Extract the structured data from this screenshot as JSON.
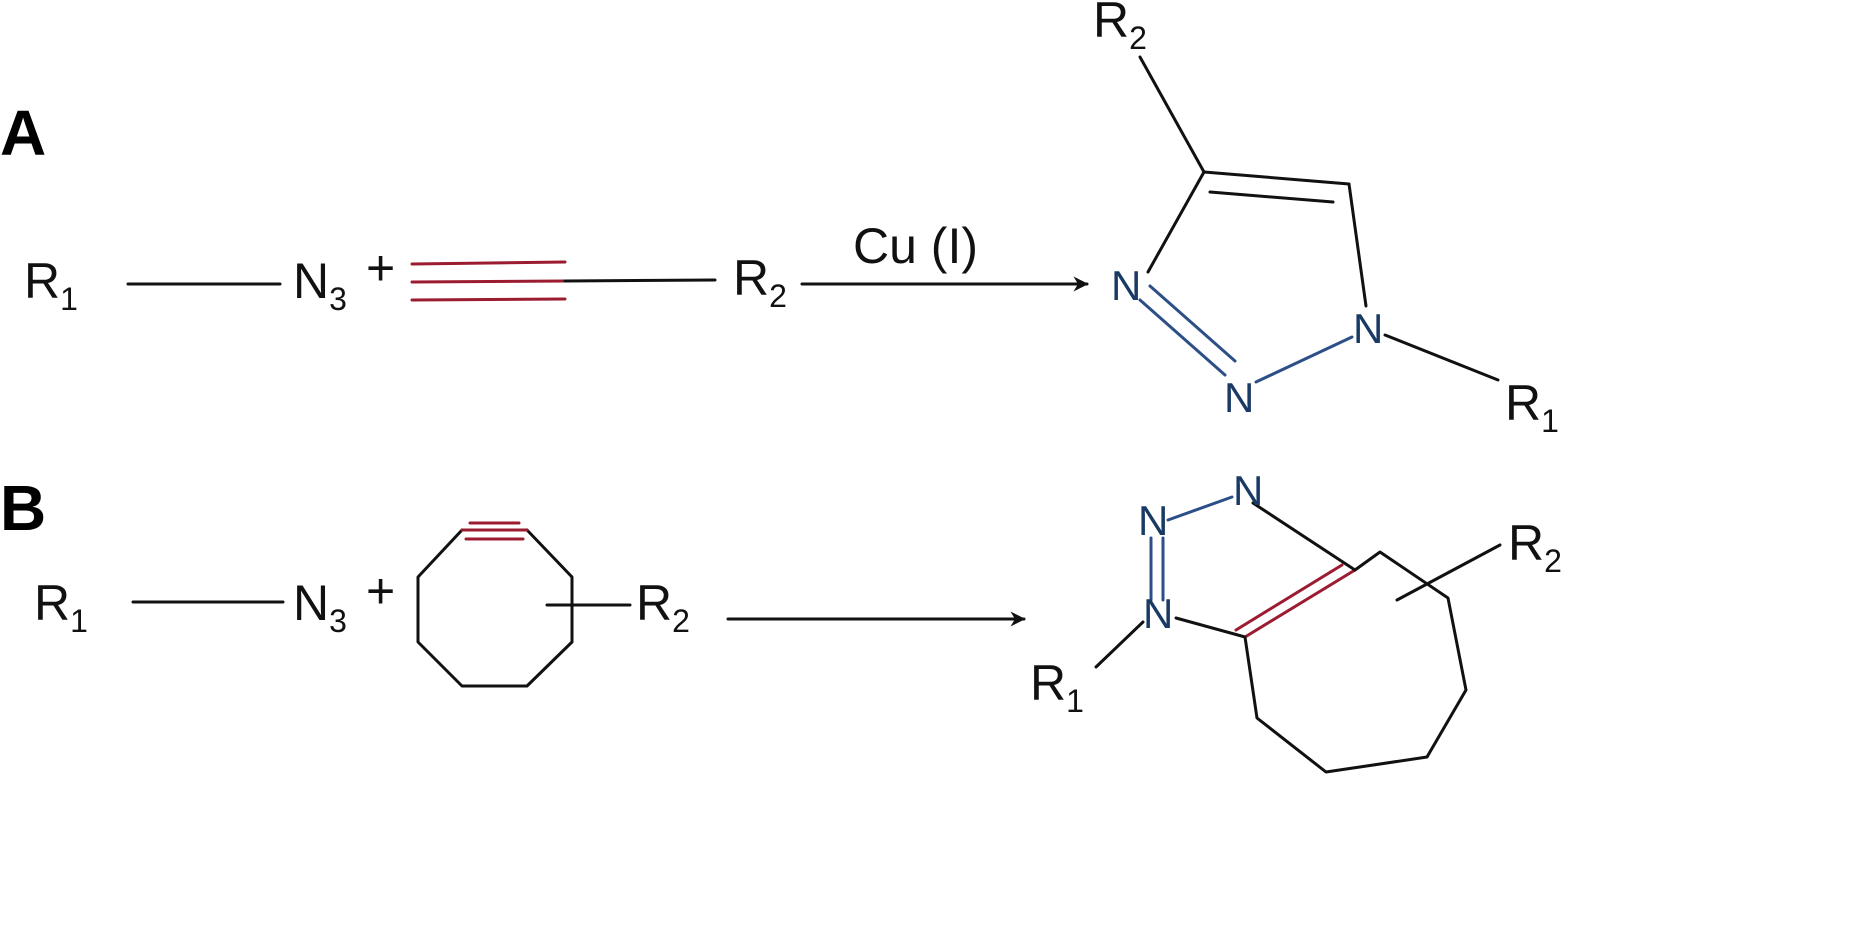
{
  "panels": {
    "a": {
      "label": "A",
      "reagent_r1": {
        "main": "R",
        "sub": "1"
      },
      "azide": {
        "main": "N",
        "sub": "3"
      },
      "plus": "+",
      "reagent_r2": {
        "main": "R",
        "sub": "2"
      },
      "catalyst": "Cu (I)",
      "product": {
        "r2": {
          "main": "R",
          "sub": "2"
        },
        "r1": {
          "main": "R",
          "sub": "1"
        },
        "n_left": "N",
        "n_bottom": "N",
        "n_right": "N"
      }
    },
    "b": {
      "label": "B",
      "reagent_r1": {
        "main": "R",
        "sub": "1"
      },
      "azide": {
        "main": "N",
        "sub": "3"
      },
      "plus": "+",
      "reagent_r2": {
        "main": "R",
        "sub": "2"
      },
      "product": {
        "r1": {
          "main": "R",
          "sub": "1"
        },
        "r2": {
          "main": "R",
          "sub": "2"
        },
        "n_top": "N",
        "n_middle": "N",
        "n_bottom": "N"
      }
    }
  },
  "colors": {
    "alkyne_bond": "#9b1b30",
    "nitrogen_atom": "#1a3a66",
    "nitrogen_bond": "#2b4f86",
    "bond": "#111111"
  }
}
